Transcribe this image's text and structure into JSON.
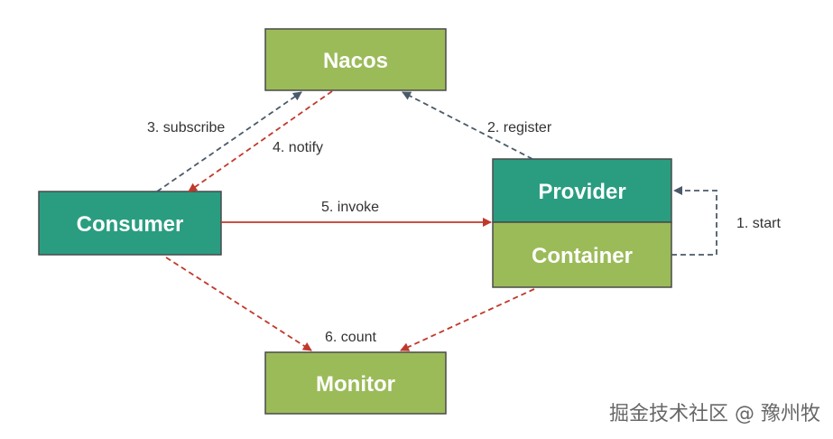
{
  "colors": {
    "green": "#9bbb59",
    "teal": "#2a9d81",
    "border": "#4a4a4a",
    "dashed_gray": "#4a5a6a",
    "red": "#c0392b"
  },
  "nodes": {
    "nacos": "Nacos",
    "consumer": "Consumer",
    "provider": "Provider",
    "container": "Container",
    "monitor": "Monitor"
  },
  "edges": {
    "start": "1. start",
    "register": "2. register",
    "subscribe": "3. subscribe",
    "notify": "4. notify",
    "invoke": "5. invoke",
    "count": "6. count"
  },
  "watermark": "掘金技术社区 @ 豫州牧"
}
